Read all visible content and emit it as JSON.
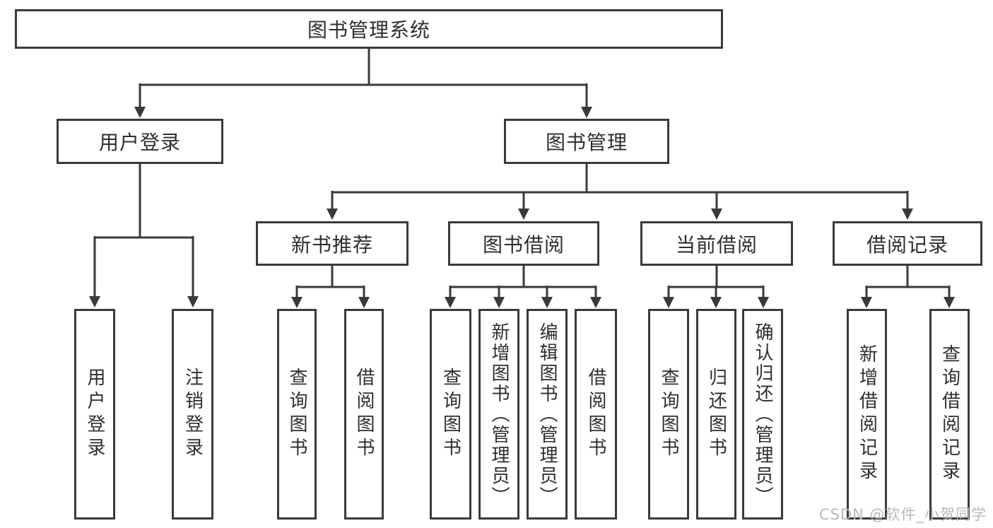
{
  "diagram": {
    "root": "图书管理系统",
    "branches": [
      {
        "label": "用户登录",
        "children": [
          "用户登录",
          "注销登录"
        ]
      },
      {
        "label": "图书管理",
        "children": [
          {
            "label": "新书推荐",
            "children": [
              "查询图书",
              "借阅图书"
            ]
          },
          {
            "label": "图书借阅",
            "children": [
              "查询图书",
              "新增图书（管理员）",
              "编辑图书（管理员）",
              "借阅图书"
            ]
          },
          {
            "label": "当前借阅",
            "children": [
              "查询图书",
              "归还图书",
              "确认归还（管理员）"
            ]
          },
          {
            "label": "借阅记录",
            "children": [
              "新增借阅记录",
              "查询借阅记录"
            ]
          }
        ]
      }
    ],
    "watermark": "CSDN @软件_小贺同学",
    "colors": {
      "line": "#3a3a3a",
      "text": "#2e2e2e",
      "watermark": "#b9b9b9",
      "background": "#ffffff"
    }
  }
}
